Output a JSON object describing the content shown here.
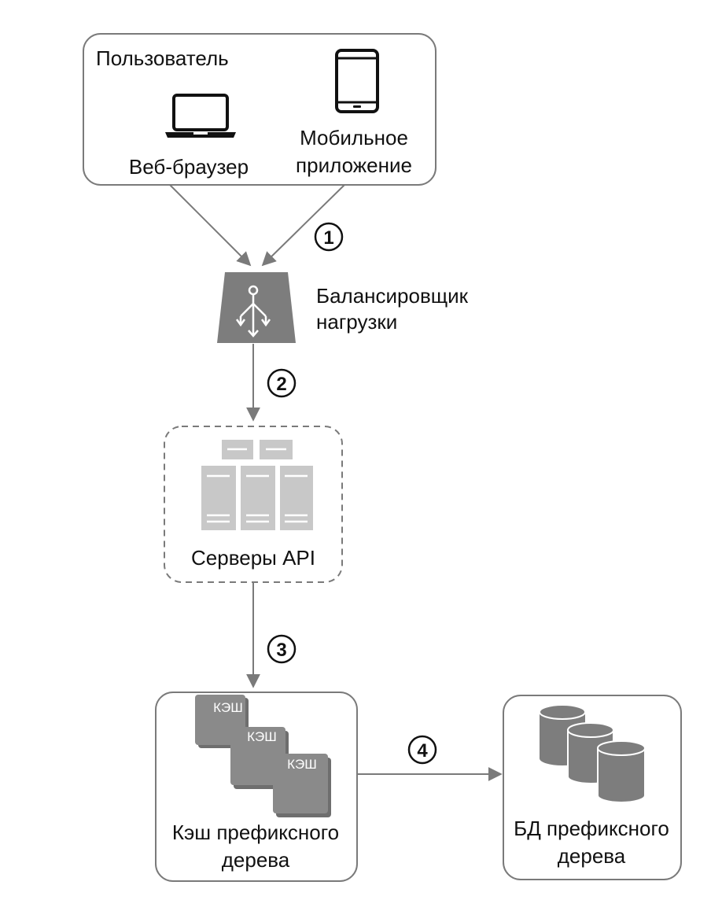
{
  "user": {
    "title": "Пользователь",
    "web_browser": "Веб-браузер",
    "mobile_line1": "Мобильное",
    "mobile_line2": "приложение"
  },
  "load_balancer": {
    "line1": "Балансировщик",
    "line2": "нагрузки"
  },
  "api_servers": {
    "label": "Серверы API"
  },
  "cache": {
    "label_line1": "Кэш префиксного",
    "label_line2": "дерева",
    "tiles": [
      "КЭШ",
      "КЭШ",
      "КЭШ"
    ]
  },
  "db": {
    "label_line1": "БД префиксного",
    "label_line2": "дерева"
  },
  "steps": [
    "1",
    "2",
    "3",
    "4"
  ],
  "colors": {
    "stroke": "#7a7a7a",
    "icon_dark": "#7d7d7d",
    "server_gray": "#c8c8c8",
    "ink": "#111111"
  }
}
